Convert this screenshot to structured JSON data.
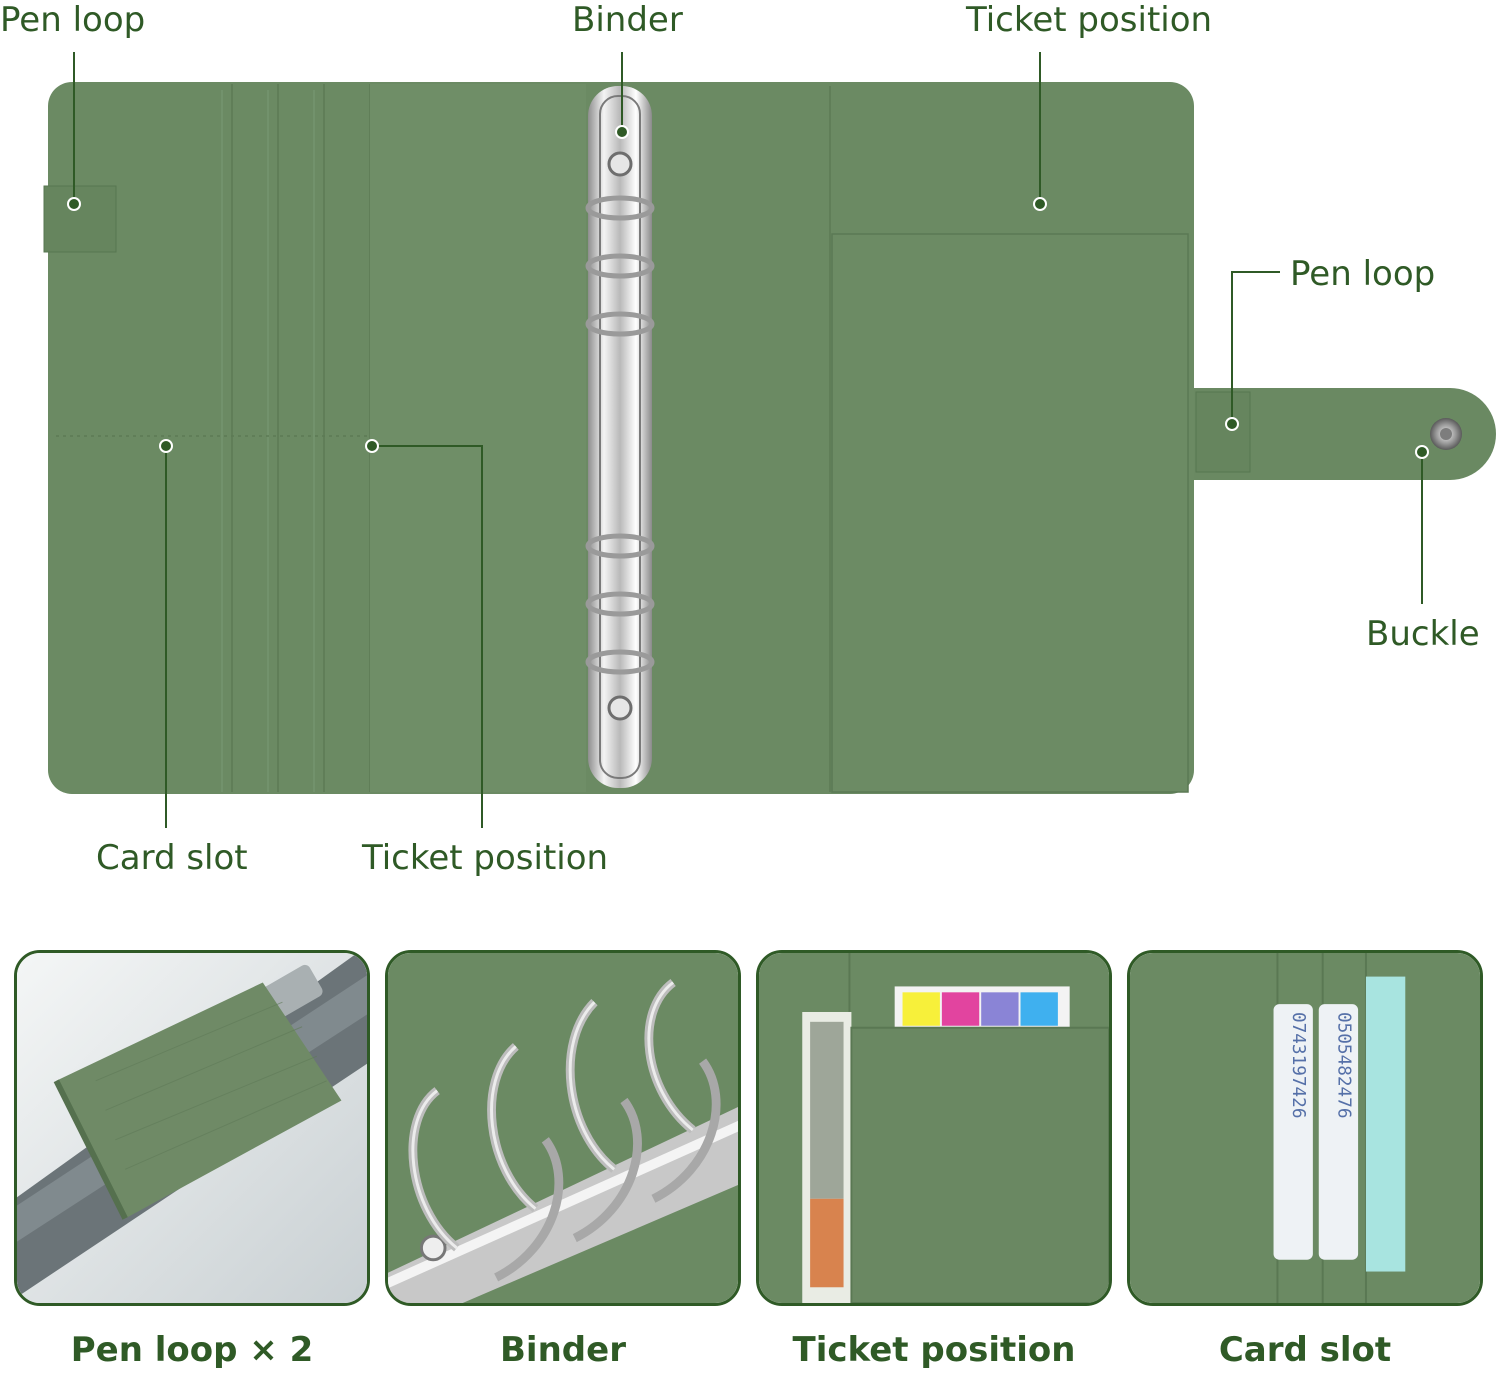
{
  "colors": {
    "leather": "#6b8a63",
    "leather_dark": "#5d7b56",
    "leather_shade": "#78977000",
    "accent_line": "#2f5a26",
    "text": "#2f5a26",
    "metal": "#d8d8d8"
  },
  "callouts": {
    "pen_loop_top": "Pen loop",
    "binder_top": "Binder",
    "ticket_position_top": "Ticket position",
    "pen_loop_right": "Pen loop",
    "buckle": "Buckle",
    "card_slot_bottom": "Card slot",
    "ticket_position_bottom": "Ticket position"
  },
  "captions": {
    "pen_loop": "Pen loop × 2",
    "binder": "Binder",
    "ticket_position": "Ticket position",
    "card_slot": "Card slot"
  },
  "details": {
    "pen_loop": {
      "icon": "pen-loop-closeup"
    },
    "binder": {
      "icon": "binder-rings-closeup"
    },
    "ticket_position": {
      "icon": "ticket-pocket-closeup",
      "tab_colors": [
        "#f7f03a",
        "#e2449f",
        "#8a84d6",
        "#3fb0ef"
      ]
    },
    "card_slot": {
      "icon": "card-slot-closeup",
      "card_numbers": [
        "0743197426",
        "0505482476"
      ]
    }
  }
}
